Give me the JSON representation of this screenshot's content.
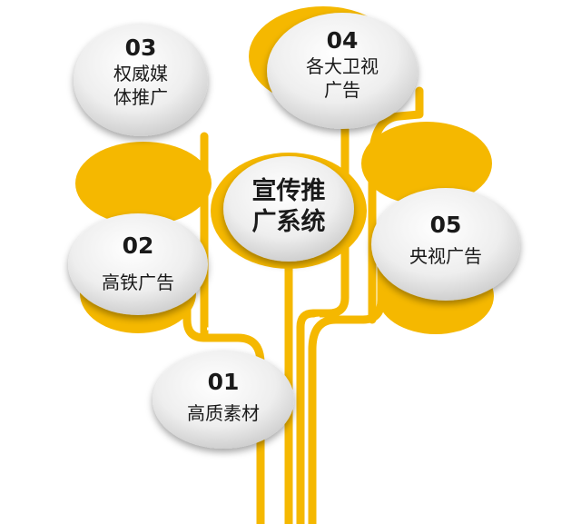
{
  "center": {
    "line1": "宣传推",
    "line2": "广系统"
  },
  "nodes": [
    {
      "id": "03",
      "number": "03",
      "line1": "权威媒",
      "line2": "体推广"
    },
    {
      "id": "04",
      "number": "04",
      "line1": "各大卫视",
      "line2": "广告"
    },
    {
      "id": "02",
      "number": "02",
      "line1": "高铁广告",
      "line2": ""
    },
    {
      "id": "05",
      "number": "05",
      "line1": "央视广告",
      "line2": ""
    },
    {
      "id": "01",
      "number": "01",
      "line1": "高质素材",
      "line2": ""
    }
  ],
  "colors": {
    "accent": "#F5B800",
    "bubble": "#ECECEC",
    "text": "#1A1A1A"
  }
}
